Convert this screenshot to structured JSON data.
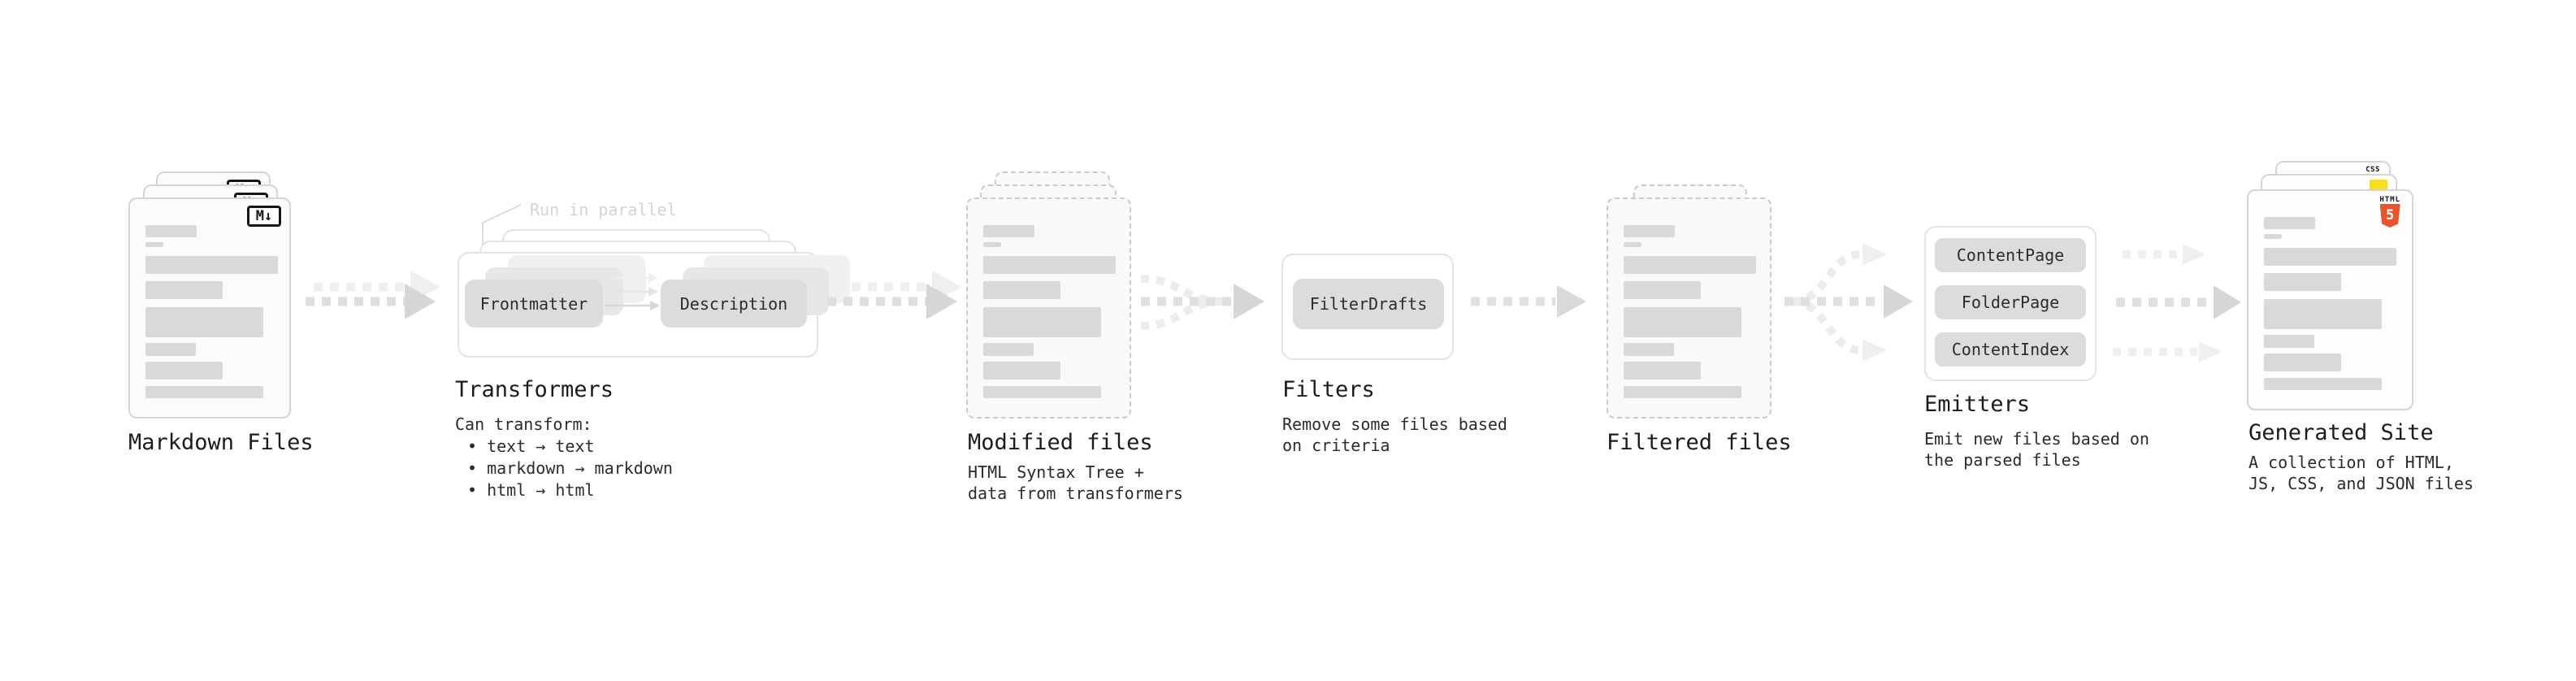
{
  "colors": {
    "html_orange": "#e8542e",
    "js_yellow": "#f7df1e",
    "css_blue": "#2c5ce5",
    "bar_gray": "#d9d9d9",
    "faded_label": "#d4d4d4"
  },
  "markdown_files": {
    "title": "Markdown Files",
    "badge": "M↓"
  },
  "transformers": {
    "parallel_label": "Run in parallel",
    "step1": "Frontmatter",
    "step2": "Description",
    "title": "Transformers",
    "subtitle": "Can transform:",
    "bullets": [
      "• text → text",
      "• markdown → markdown",
      "• html → html"
    ]
  },
  "modified_files": {
    "title": "Modified files",
    "desc_lines": [
      "HTML Syntax Tree +",
      "data from transformers"
    ]
  },
  "filters": {
    "button": "FilterDrafts",
    "title": "Filters",
    "desc_lines": [
      "Remove some files based",
      "on criteria"
    ]
  },
  "filtered_files": {
    "title": "Filtered files"
  },
  "emitters": {
    "buttons": [
      "ContentPage",
      "FolderPage",
      "ContentIndex"
    ],
    "title": "Emitters",
    "desc_lines": [
      "Emit new files based on",
      "the parsed files"
    ]
  },
  "generated_site": {
    "title": "Generated Site",
    "desc_lines": [
      "A collection of HTML,",
      "JS, CSS, and JSON files"
    ],
    "css_badge": "CSS",
    "html_badge_label": "HTML",
    "html_badge_number": "5"
  }
}
